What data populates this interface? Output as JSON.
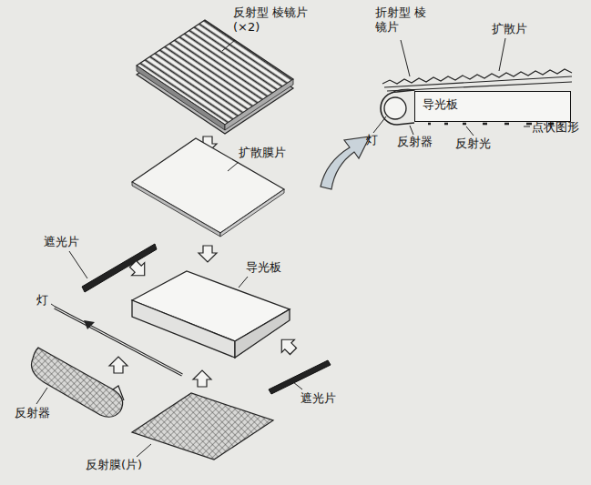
{
  "diagram": {
    "nodes": [
      {
        "text": [
          "导光板"
        ]
      }
    ],
    "labels": [
      "反射型 棱镜片(×2)",
      "扩散膜片",
      "遮光片",
      "导光板",
      "灯",
      "反射器",
      "遮光片",
      "反射膜(片)",
      "折射型 棱镜片",
      "扩散片",
      "灯",
      "反射器",
      "反射光",
      "点状图形"
    ]
  }
}
